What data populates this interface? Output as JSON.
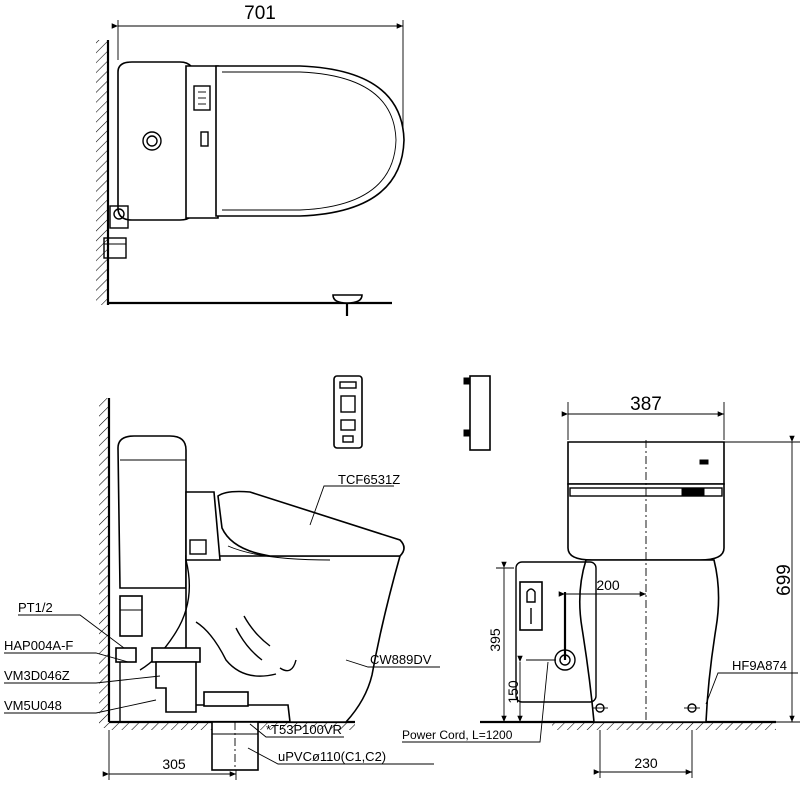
{
  "drawing": {
    "top_view": {
      "width_dim": "701"
    },
    "side_view": {
      "remote": "TCF6531Z",
      "pt": "PT1/2",
      "hap": "HAP004A-F",
      "vm3": "VM3D046Z",
      "vm5": "VM5U048",
      "bowl": "CW889DV",
      "t53": "*T53P100VR",
      "upvc": "uPVCø110(C1,C2)",
      "dim_305": "305"
    },
    "front_view": {
      "width_dim": "387",
      "height_dim": "699",
      "dim_200": "200",
      "dim_395": "395",
      "dim_150": "150",
      "dim_230": "230",
      "hf": "HF9A874",
      "power_cord": "Power Cord, L=1200"
    }
  }
}
